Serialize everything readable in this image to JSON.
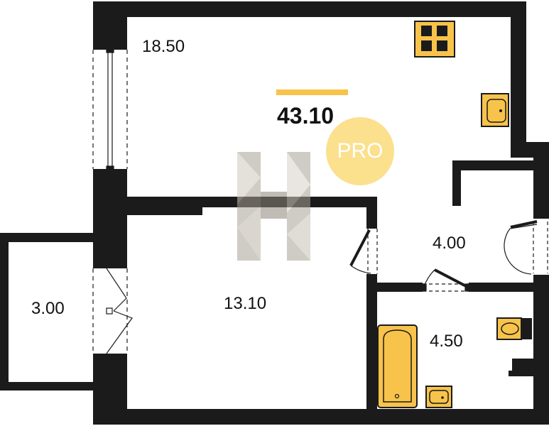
{
  "plan": {
    "total_area": "43.10",
    "badge": "PRO",
    "rooms": {
      "living": "18.50",
      "bedroom": "13.10",
      "balcony": "3.00",
      "hallway": "4.00",
      "bathroom": "4.50"
    }
  },
  "colors": {
    "wall": "#1b1b1b",
    "accent": "#f7c34a",
    "pro_badge": "#fbe08d",
    "watermark": "#b7aea2"
  }
}
